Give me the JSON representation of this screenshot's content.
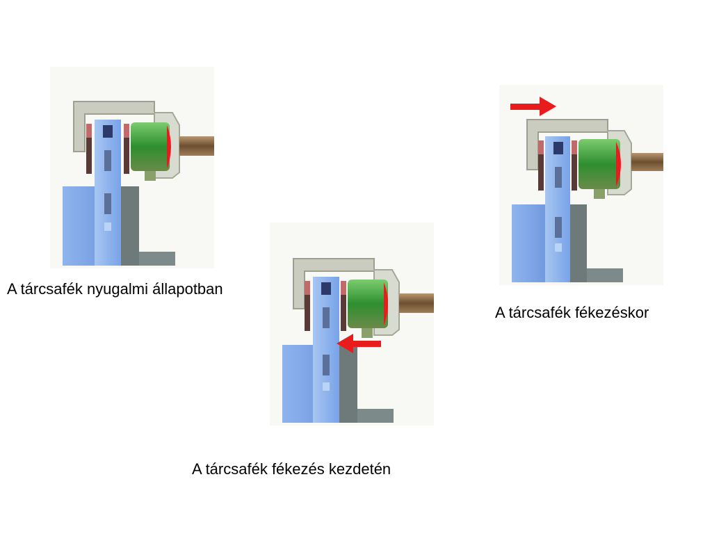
{
  "slide": {
    "captions": {
      "rest": "A tárcsafék nyugalmi állapotban",
      "start": "A tárcsafék fékezés kezdetén",
      "braking": "A tárcsafék fékezéskor"
    }
  },
  "colors": {
    "disc": "#6f9fe8",
    "hub": "#7aa3e6",
    "caliper": "#c9ccbf",
    "piston": "#3a9a3a",
    "seal": "#e02020",
    "arrow": "#e81c1c",
    "rod": "#8a6a45",
    "pad": "#5a3a36",
    "axle": "#7d8a8a"
  },
  "icons": [
    "disc-brake-diagram-icon",
    "red-arrow-icon"
  ]
}
